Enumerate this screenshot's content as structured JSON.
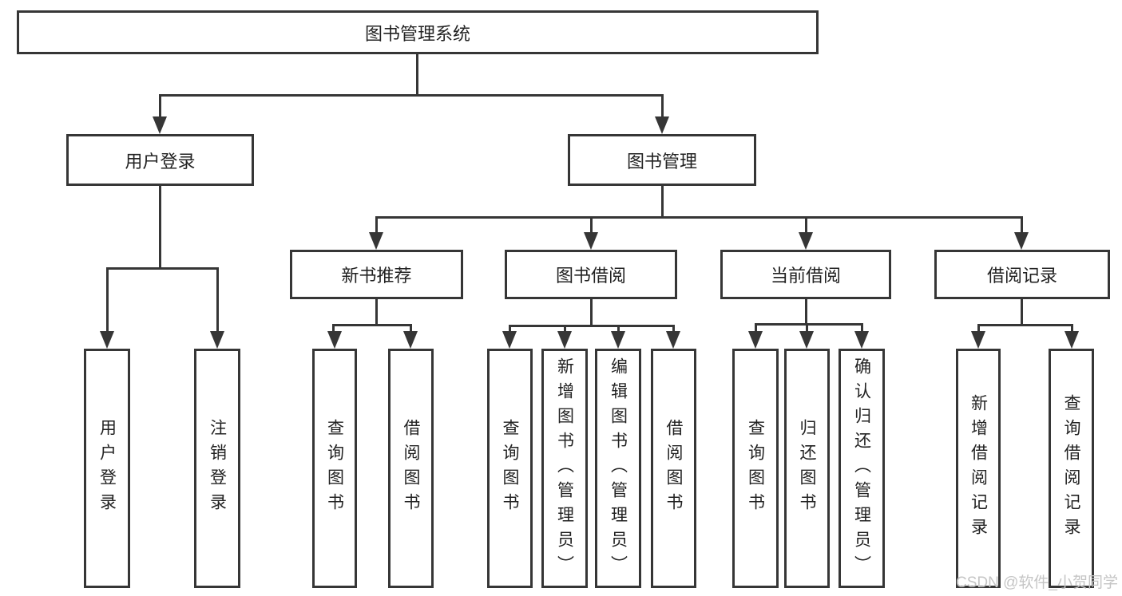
{
  "meta": {
    "watermark": "CSDN @软件_小贺同学"
  },
  "tree": {
    "root": {
      "label": "图书管理系统"
    },
    "branches": [
      {
        "label": "用户登录",
        "leaves": [
          {
            "label": "用户登录"
          },
          {
            "label": "注销登录"
          }
        ]
      },
      {
        "label": "图书管理",
        "groups": [
          {
            "label": "新书推荐",
            "leaves": [
              {
                "label": "查询图书"
              },
              {
                "label": "借阅图书"
              }
            ]
          },
          {
            "label": "图书借阅",
            "leaves": [
              {
                "label": "查询图书"
              },
              {
                "label": "新增图书（管理员）"
              },
              {
                "label": "编辑图书（管理员）"
              },
              {
                "label": "借阅图书"
              }
            ]
          },
          {
            "label": "当前借阅",
            "leaves": [
              {
                "label": "查询图书"
              },
              {
                "label": "归还图书"
              },
              {
                "label": "确认归还（管理员）"
              }
            ]
          },
          {
            "label": "借阅记录",
            "leaves": [
              {
                "label": "新增借阅记录"
              },
              {
                "label": "查询借阅记录"
              }
            ]
          }
        ]
      }
    ]
  }
}
